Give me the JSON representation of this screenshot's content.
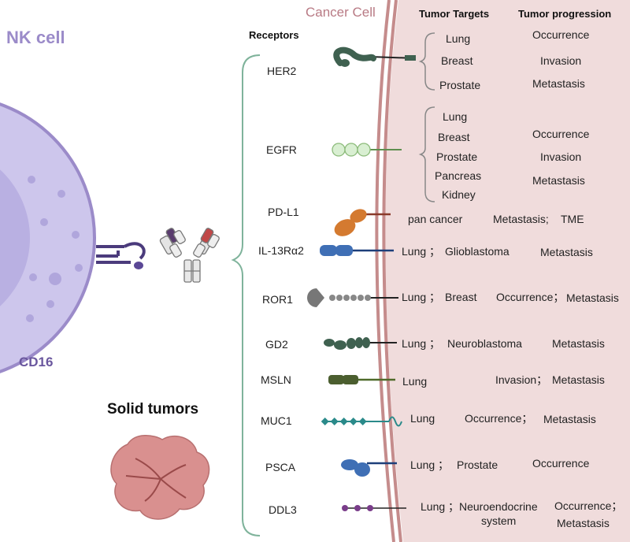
{
  "labels": {
    "nk_cell": "NK cell",
    "cancer_cell": "Cancer Cell",
    "cd16": "CD16",
    "solid_tumors": "Solid tumors",
    "receptors_header": "Receptors",
    "targets_header": "Tumor Targets",
    "progression_header": "Tumor progression"
  },
  "colors": {
    "nk": "#9b8bc9",
    "nk_fill": "#cdc6ec",
    "cancer_text": "#b87a84",
    "cancer_fill": "#f0dcdc",
    "membrane": "#c58c8c",
    "bracket": "#7fb39b",
    "tumor": "#d9908f"
  },
  "receptors": [
    {
      "name": "HER2",
      "targets": [
        "Lung",
        "Breast",
        "Prostate"
      ],
      "progression": [
        "Occurrence",
        "Invasion",
        "Metastasis"
      ]
    },
    {
      "name": "EGFR",
      "targets": [
        "Lung",
        "Breast",
        "Prostate",
        "Pancreas",
        "Kidney"
      ],
      "progression": [
        "Occurrence",
        "Invasion",
        "Metastasis"
      ]
    },
    {
      "name": "PD-L1",
      "targets": [
        "pan cancer"
      ],
      "progression": [
        "Metastasis;",
        "TME"
      ]
    },
    {
      "name": "IL-13Rα2",
      "targets": [
        "Lung ；",
        "Glioblastoma"
      ],
      "progression": [
        "Metastasis"
      ]
    },
    {
      "name": "ROR1",
      "targets": [
        "Lung ；",
        "Breast"
      ],
      "progression": [
        "Occurrence；",
        "Metastasis"
      ]
    },
    {
      "name": "GD2",
      "targets": [
        "Lung ；",
        "Neuroblastoma"
      ],
      "progression": [
        "Metastasis"
      ]
    },
    {
      "name": "MSLN",
      "targets": [
        "Lung"
      ],
      "progression": [
        "Invasion；",
        "Metastasis"
      ]
    },
    {
      "name": "MUC1",
      "targets": [
        "Lung"
      ],
      "progression": [
        "Occurrence；",
        "Metastasis"
      ]
    },
    {
      "name": "PSCA",
      "targets": [
        "Lung ；",
        "Prostate"
      ],
      "progression": [
        "Occurrence"
      ]
    },
    {
      "name": "DDL3",
      "targets": [
        "Lung ；",
        "Neuroendocrine",
        "system"
      ],
      "progression": [
        "Occurrence；",
        "Metastasis"
      ]
    }
  ]
}
